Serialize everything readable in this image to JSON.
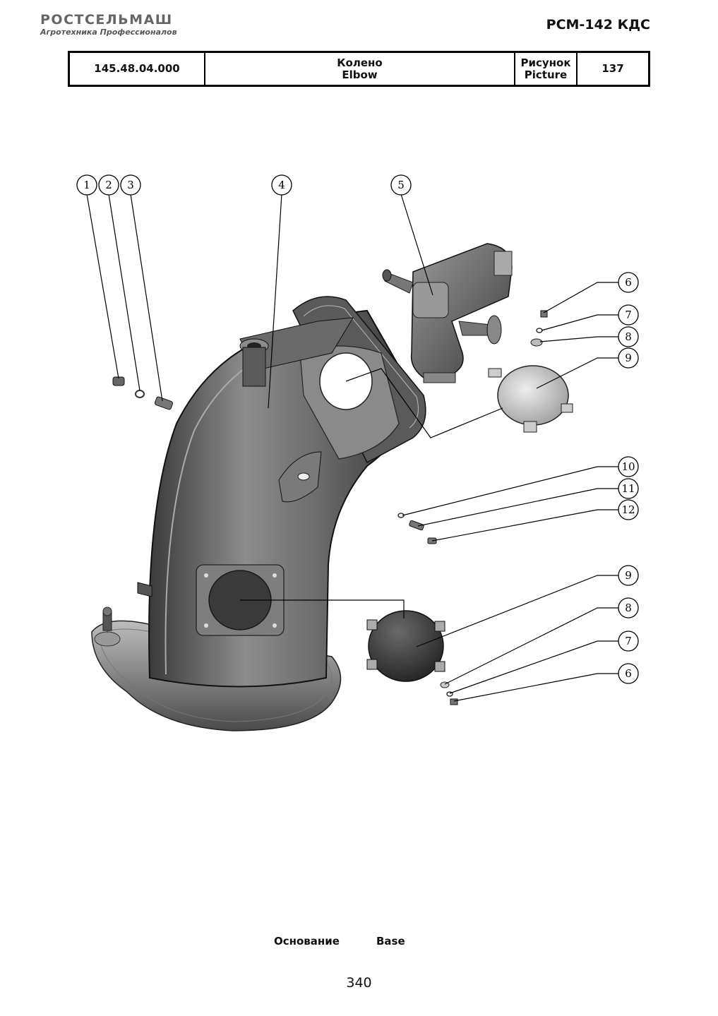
{
  "header": {
    "brand": "РОСТСЕЛЬМАШ",
    "tagline": "Агротехника Профессионалов",
    "model": "РСМ-142 КДС"
  },
  "table": {
    "part_number": "145.48.04.000",
    "name_ru": "Колено",
    "name_en": "Elbow",
    "figure_ru": "Рисунок",
    "figure_en": "Picture",
    "figure_number": "137"
  },
  "callouts": [
    "1",
    "2",
    "3",
    "4",
    "5",
    "6",
    "7",
    "8",
    "9",
    "10",
    "11",
    "12",
    "9",
    "8",
    "7",
    "6"
  ],
  "caption": {
    "ru": "Основание",
    "en": "Base"
  },
  "page_number": "340"
}
